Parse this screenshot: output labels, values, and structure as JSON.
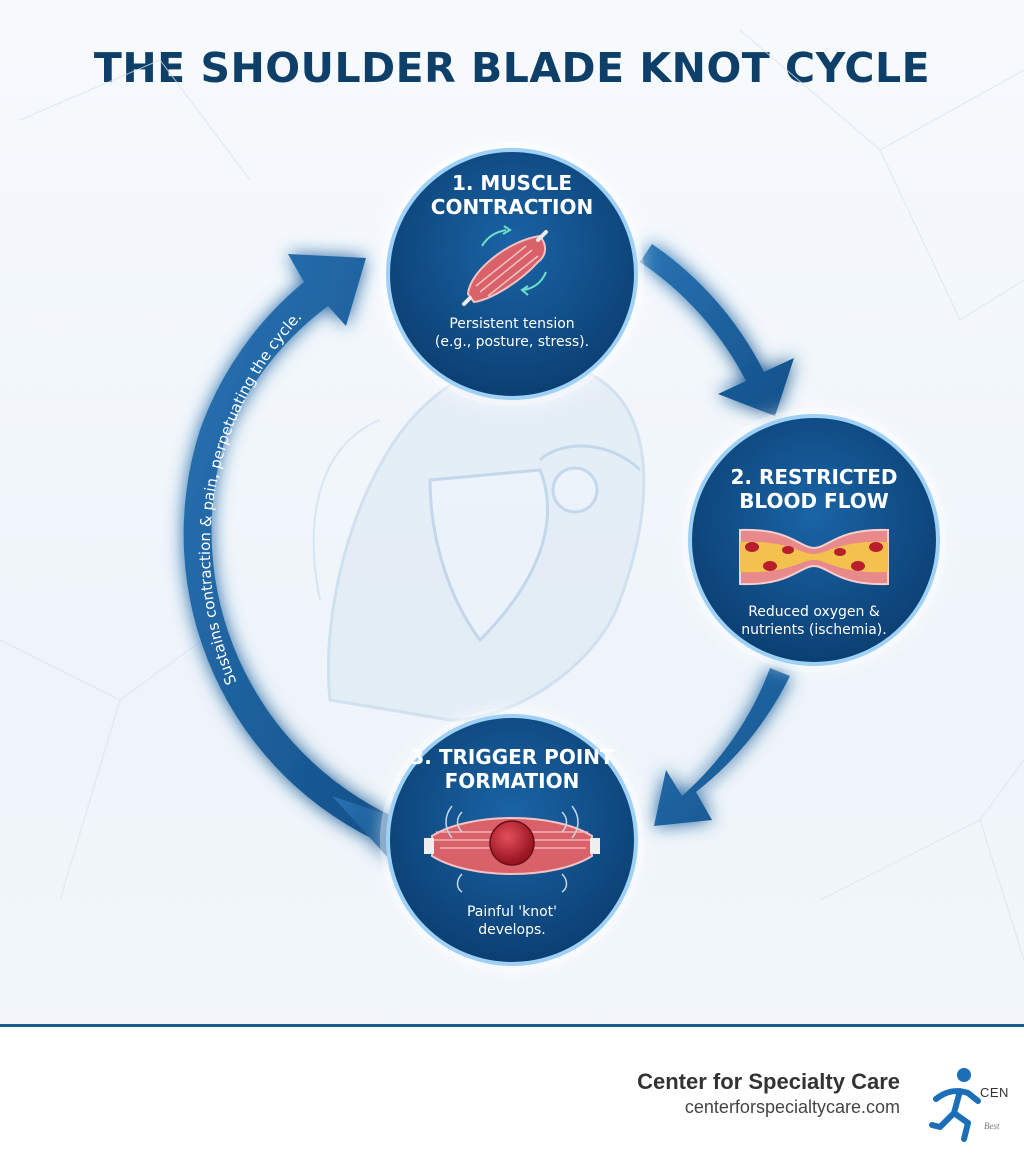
{
  "title": "THE SHOULDER BLADE KNOT CYCLE",
  "steps": [
    {
      "title_line1": "1. MUSCLE",
      "title_line2": "CONTRACTION",
      "desc_line1": "Persistent tension",
      "desc_line2": "(e.g., posture, stress)."
    },
    {
      "title_line1": "2. RESTRICTED",
      "title_line2": "BLOOD FLOW",
      "desc_line1": "Reduced oxygen &",
      "desc_line2": "nutrients (ischemia)."
    },
    {
      "title_line1": "3. TRIGGER POINT",
      "title_line2": "FORMATION",
      "desc_line1": "Painful 'knot'",
      "desc_line2": "develops."
    }
  ],
  "loop_label": "Sustains contraction & pain, perpetuating the cycle.",
  "footer": {
    "brand_name": "Center for Specialty Care",
    "brand_url": "centerforspecialtycare.com",
    "logo_text": "CEN",
    "logo_tagline": "Best"
  },
  "colors": {
    "primary": "#0d3f68",
    "circle": "#0f4c86",
    "arrow": "#1a5f9c",
    "muscle": "#d9626a",
    "knot": "#b81e2c"
  }
}
